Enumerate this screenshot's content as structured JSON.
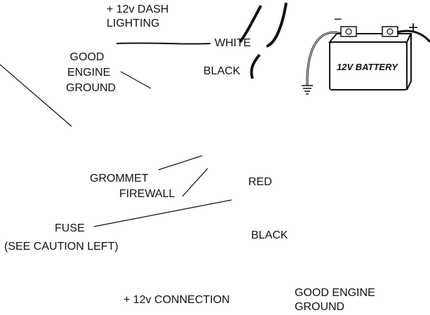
{
  "labels": {
    "dash_lighting_line1": "+ 12v DASH",
    "dash_lighting_line2": "LIGHTING",
    "white": "WHITE",
    "good_engine_ground_a_line1": "GOOD",
    "good_engine_ground_a_line2": "ENGINE",
    "good_engine_ground_a_line3": "GROUND",
    "black_top": "BLACK",
    "battery": "12V BATTERY",
    "battery_minus": "−",
    "battery_plus": "+",
    "grommet": "GROMMET",
    "firewall": "FIREWALL",
    "red": "RED",
    "fuse": "FUSE",
    "see_caution": "(SEE CAUTION LEFT)",
    "black_bottom": "BLACK",
    "connection_12v": "+ 12v CONNECTION",
    "good_engine_ground_b_line1": "GOOD ENGINE",
    "good_engine_ground_b_line2": "GROUND"
  },
  "colors": {
    "line": "#111111",
    "battery_fill": "#ffffff"
  }
}
